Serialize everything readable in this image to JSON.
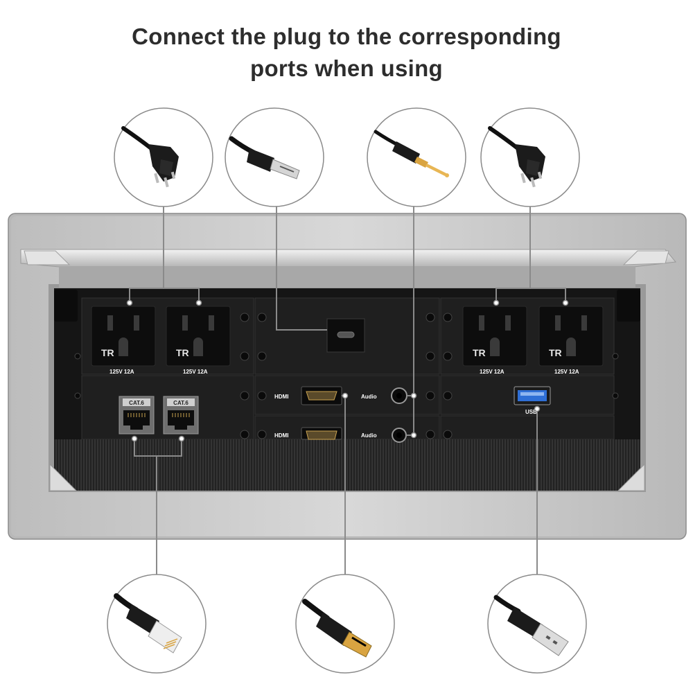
{
  "heading": {
    "line1": "Connect the plug to the corresponding",
    "line2": "ports when using"
  },
  "panel": {
    "outlet_rating": "125V  12A",
    "tr_mark": "TR",
    "cat_label": "CAT.6",
    "hdmi_label": "HDMI",
    "audio_label": "Audio",
    "usb_label": "USB"
  },
  "callouts": [
    {
      "icon": "power-plug-icon"
    },
    {
      "icon": "usb-c-plug-icon"
    },
    {
      "icon": "audio-jack-plug-icon"
    },
    {
      "icon": "power-plug-icon"
    },
    {
      "icon": "ethernet-plug-icon"
    },
    {
      "icon": "hdmi-plug-icon"
    },
    {
      "icon": "usb-a-plug-icon"
    }
  ],
  "colors": {
    "frame": "#c9c9c9",
    "panel": "#1c1c1c",
    "usb_port": "#2f6fd6",
    "gold": "#d9a441"
  }
}
